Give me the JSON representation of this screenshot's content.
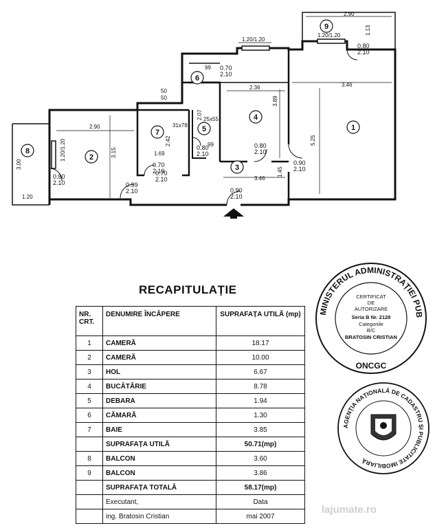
{
  "plan": {
    "rooms": [
      "1",
      "2",
      "3",
      "4",
      "5",
      "6",
      "7",
      "8",
      "9"
    ],
    "dims": {
      "d290_left": "2.90",
      "d290_top": "2.90",
      "d120_top": "1.20/1.20",
      "d120_top2": "1.20/1.20",
      "d120_left": "1.20/1.20",
      "d346_right": "3.46",
      "d346_hall": "3.46",
      "d236": "2.36",
      "d525": "5.25",
      "d389": "3.89",
      "d315": "3.15",
      "d300": "3.00",
      "d50a": "50",
      "d50b": "50",
      "d99": "99",
      "d169": "1.69",
      "d242": "2.42",
      "d207": "2.07",
      "d145": "1.45",
      "d120_bl": "1.20",
      "d113": "1.13",
      "d31x78": "31x78",
      "d25x55": "25x55",
      "d99b": "99"
    },
    "doors": {
      "dr1": "0.70\n2.10",
      "dr2": "0.80\n2.10",
      "dr3": "0.80\n2.10",
      "dr4": "0.90\n2.10",
      "dr5": "0.90\n2.10",
      "dr6": "0.80\n2.10",
      "dr7": "0.70\n2.10",
      "dr8": "0.99\n2.10",
      "dr9": "0.80\n2.10",
      "dr10": "0.70\n2.10"
    }
  },
  "recap": {
    "title": "RECAPITULAȚIE",
    "headers": {
      "nr": "NR. CRT.",
      "name": "DENUMIRE ÎNCĂPERE",
      "area": "SUPRAFAȚA UTILĂ (mp)"
    },
    "rows": [
      {
        "nr": "1",
        "name": "CAMERĂ",
        "area": "18.17"
      },
      {
        "nr": "2",
        "name": "CAMERĂ",
        "area": "10.00"
      },
      {
        "nr": "3",
        "name": "HOL",
        "area": "6.67"
      },
      {
        "nr": "4",
        "name": "BUCĂTĂRIE",
        "area": "8.78"
      },
      {
        "nr": "5",
        "name": "DEBARA",
        "area": "1.94"
      },
      {
        "nr": "6",
        "name": "CĂMARĂ",
        "area": "1.30"
      },
      {
        "nr": "7",
        "name": "BAIE",
        "area": "3.85"
      }
    ],
    "useful_total_label": "SUPRAFAȚA UTILĂ",
    "useful_total_value": "50.71(mp)",
    "balcony_rows": [
      {
        "nr": "8",
        "name": "BALCON",
        "area": "3.60"
      },
      {
        "nr": "9",
        "name": "BALCON",
        "area": "3.86"
      }
    ],
    "grand_total_label": "SUPRAFAȚA TOTALĂ",
    "grand_total_value": "58.17(mp)",
    "executant_label": "Executant,",
    "date_label": "Data",
    "executant_name": "ing. Bratosin Cristian",
    "date_value": "mai 2007"
  },
  "stamp1": {
    "ring": "MINISTERUL ADMINISTRAȚIEI PUBLICE",
    "bottom": "ONCGC",
    "line1": "CERTIFICAT",
    "line2": "DE",
    "line3": "AUTORIZARE",
    "line4": "Seria B Nr. 2128",
    "line5": "Categoriile",
    "line6": "B/C",
    "line7": "BRATOSIN CRISTIAN"
  },
  "stamp2": {
    "ring": "AGENȚIA NAȚIONALĂ DE CADASTRU ȘI PUBLICITATE IMOBILIARĂ"
  },
  "watermark": "lajumate.ro"
}
